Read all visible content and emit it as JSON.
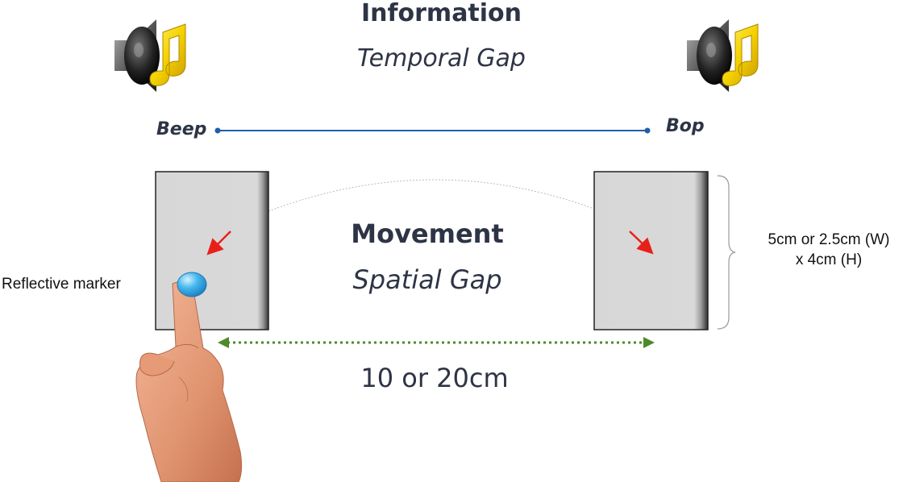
{
  "information": {
    "title": "Information",
    "subtitle": "Temporal Gap"
  },
  "movement": {
    "title": "Movement",
    "subtitle": "Spatial Gap"
  },
  "sounds": {
    "start": "Beep",
    "end": "Bop"
  },
  "distance_label": "10 or 20cm",
  "marker_label": "Reflective marker",
  "target_size": {
    "line1": "5cm or 2.5cm (W)",
    "line2": "x 4cm (H)"
  },
  "colors": {
    "text": "#2d3445",
    "timeline": "#1f5fa8",
    "distance_arrow": "#4e8a2a",
    "target_fill": "#d9d9d9",
    "direction_arrow": "#e8201a",
    "marker": "#49b9ef"
  },
  "icons": [
    "speaker-music-note-icon",
    "hand-icon"
  ]
}
